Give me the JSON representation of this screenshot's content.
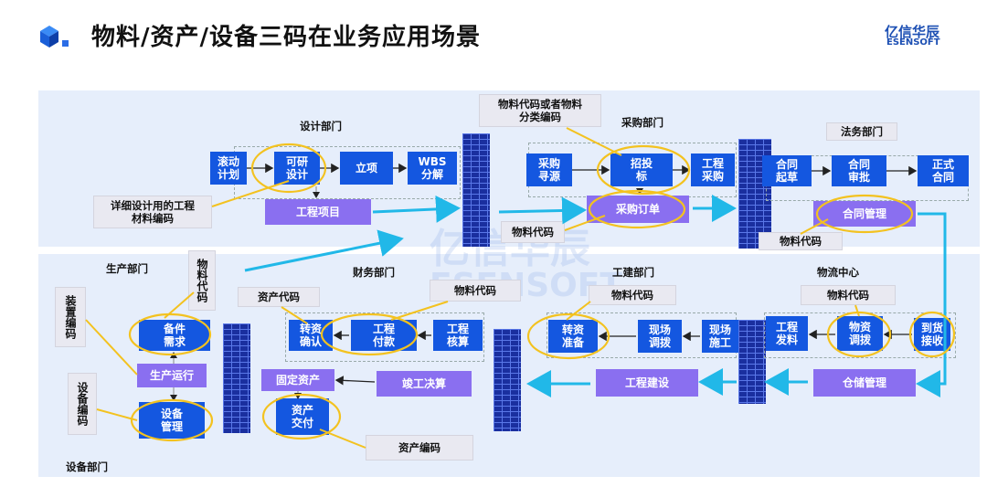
{
  "header": {
    "title": "物料/资产/设备三码在业务应用场景",
    "logo_cn": "亿信华辰",
    "logo_en": "ESENSOFT"
  },
  "watermark": {
    "cn": "亿信华辰",
    "en": "ESENSOFT"
  },
  "departments": {
    "design": "设计部门",
    "purchase": "采购部门",
    "legal": "法务部门",
    "production": "生产部门",
    "finance": "财务部门",
    "construction": "工建部门",
    "logistics": "物流中心",
    "equipment": "设备部门"
  },
  "design": {
    "rolling_plan": "滚动\n计划",
    "feasibility": "可研\n设计",
    "approval": "立项",
    "wbs": "WBS\n分解",
    "project": "工程项目",
    "note": "详细设计用的工程\n材料编码"
  },
  "purchase": {
    "sourcing": "采购\n寻源",
    "bidding": "招投\n标",
    "eng_purchase": "工程\n采购",
    "order": "采购订单",
    "top_note": "物料代码或者物料\n分类编码",
    "material_code": "物料代码"
  },
  "legal": {
    "draft": "合同\n起草",
    "review": "合同\n审批",
    "formal": "正式\n合同",
    "management": "合同管理",
    "material_code": "物料代码"
  },
  "production": {
    "material_code_vertical": "物料代码",
    "device_code_vertical": "装置编码",
    "equip_code_vertical": "设备编码",
    "spare_need": "备件\n需求",
    "operation": "生产运行",
    "equip_mgmt": "设备\n管理"
  },
  "finance": {
    "asset_code": "资产代码",
    "material_code": "物料代码",
    "transfer_confirm": "转资\n确认",
    "payment": "工程\n付款",
    "accounting": "工程\n核算",
    "fixed_asset": "固定资产",
    "final_account": "竣工决算",
    "asset_delivery": "资产\n交付",
    "asset_number": "资产编码"
  },
  "construction": {
    "material_code": "物料代码",
    "transfer_prep": "转资\n准备",
    "site_allocate": "现场\n调拨",
    "site_build": "现场\n施工",
    "eng_build": "工程建设"
  },
  "logistics": {
    "material_code": "物料代码",
    "eng_issue": "工程\n发料",
    "mat_allocate": "物资\n调拨",
    "arrival": "到货\n接收",
    "warehouse": "仓储管理"
  },
  "colors": {
    "primary_blue": "#1457e0",
    "violet": "#8a6ff0",
    "panel": "#e6eefb",
    "highlight_ring": "#f3c21f",
    "arrow_cyan": "#21b8e8",
    "wall": "#1a2f9f"
  }
}
